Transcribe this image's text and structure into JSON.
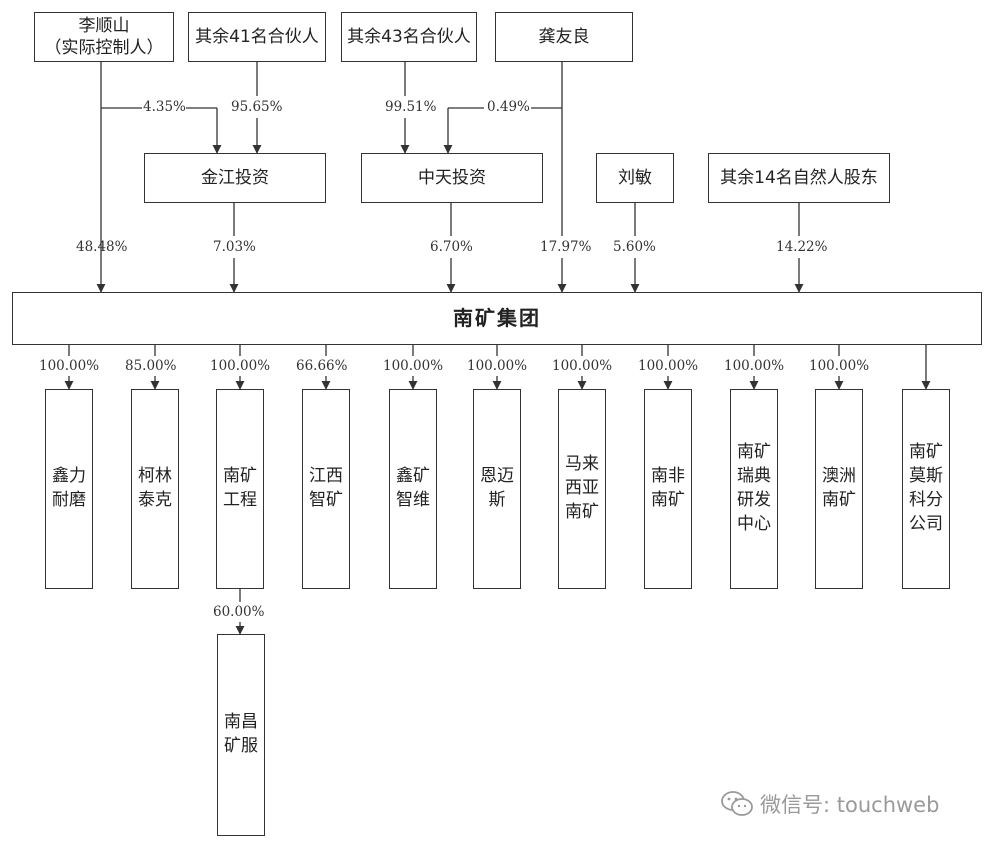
{
  "top_row": [
    {
      "id": "li",
      "name": "李顺山\n（实际控制人）"
    },
    {
      "id": "o41",
      "name": "其余41名合伙人"
    },
    {
      "id": "o43",
      "name": "其余43名合伙人"
    },
    {
      "id": "gong",
      "name": "龚友良"
    }
  ],
  "mid_row": [
    {
      "id": "jinjiang",
      "name": "金江投资"
    },
    {
      "id": "zhongtian",
      "name": "中天投资"
    },
    {
      "id": "liumin",
      "name": "刘敏"
    },
    {
      "id": "o14",
      "name": "其余14名自然人股东"
    }
  ],
  "upper_links": [
    {
      "from": "李顺山",
      "to": "金江投资",
      "pct": "4.35%"
    },
    {
      "from": "其余41名合伙人",
      "to": "金江投资",
      "pct": "95.65%"
    },
    {
      "from": "其余43名合伙人",
      "to": "中天投资",
      "pct": "99.51%"
    },
    {
      "from": "龚友良",
      "to": "中天投资",
      "pct": "0.49%"
    }
  ],
  "group_shareholders": [
    {
      "from": "李顺山",
      "pct": "48.48%"
    },
    {
      "from": "金江投资",
      "pct": "7.03%"
    },
    {
      "from": "中天投资",
      "pct": "6.70%"
    },
    {
      "from": "龚友良",
      "pct": "17.97%"
    },
    {
      "from": "刘敏",
      "pct": "5.60%"
    },
    {
      "from": "其余14名自然人股东",
      "pct": "14.22%"
    }
  ],
  "group": {
    "name": "南矿集团"
  },
  "subsidiaries": [
    {
      "name": "鑫力耐磨",
      "pct": "100.00%"
    },
    {
      "name": "柯林泰克",
      "pct": "85.00%"
    },
    {
      "name": "南矿工程",
      "pct": "100.00%"
    },
    {
      "name": "江西智矿",
      "pct": "66.66%"
    },
    {
      "name": "鑫矿智维",
      "pct": "100.00%"
    },
    {
      "name": "恩迈斯",
      "pct": "100.00%"
    },
    {
      "name": "马来西亚南矿",
      "pct": "100.00%"
    },
    {
      "name": "南非南矿",
      "pct": "100.00%"
    },
    {
      "name": "南矿瑞典研发中心",
      "pct": "100.00%"
    },
    {
      "name": "澳洲南矿",
      "pct": "100.00%"
    },
    {
      "name": "南矿莫斯科分公司",
      "pct": ""
    }
  ],
  "sub_subsidiary": {
    "name": "南昌矿服",
    "parent": "南矿工程",
    "pct": "60.00%"
  },
  "watermark": {
    "text": "微信号: touchweb",
    "icon": "wechat-icon"
  }
}
